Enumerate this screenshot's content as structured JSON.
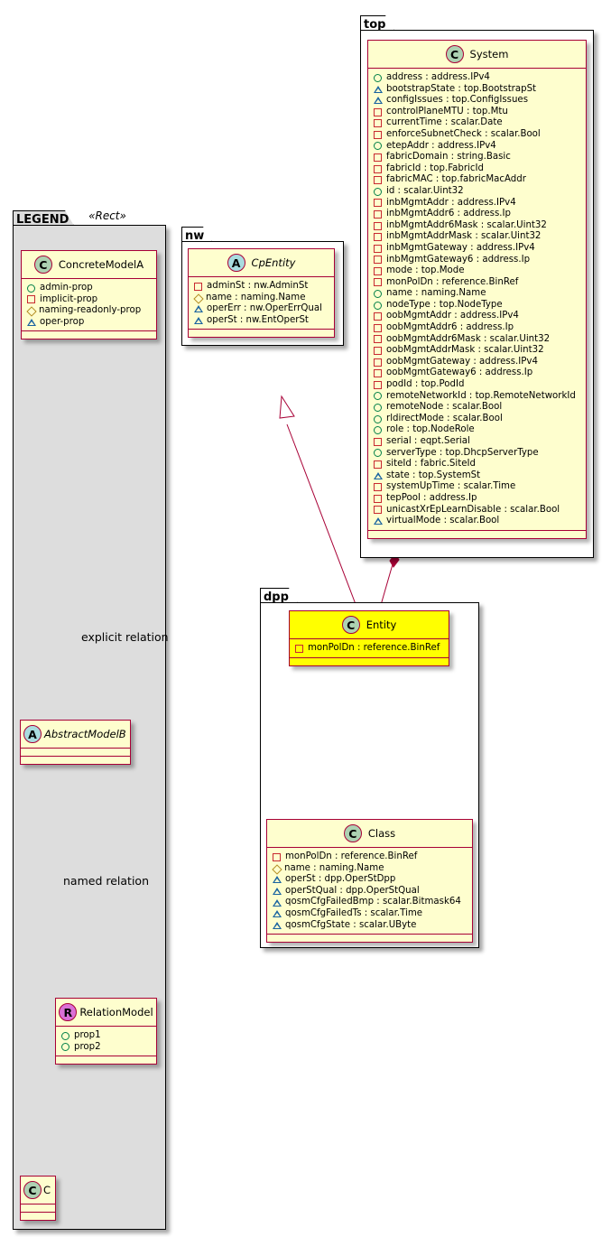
{
  "packages": {
    "top": {
      "name": "top"
    },
    "nw": {
      "name": "nw"
    },
    "dpp": {
      "name": "dpp"
    },
    "legend": {
      "name": "LEGEND",
      "stereotype": "«Rect»"
    }
  },
  "classes": {
    "system": {
      "badge": "C",
      "name": "System",
      "attributes": [
        {
          "vis": "pub",
          "text": "address : address.IPv4"
        },
        {
          "vis": "pkg",
          "text": "bootstrapState : top.BootstrapSt"
        },
        {
          "vis": "pkg",
          "text": "configIssues : top.ConfigIssues"
        },
        {
          "vis": "priv",
          "text": "controlPlaneMTU : top.Mtu"
        },
        {
          "vis": "priv",
          "text": "currentTime : scalar.Date"
        },
        {
          "vis": "priv",
          "text": "enforceSubnetCheck : scalar.Bool"
        },
        {
          "vis": "pub",
          "text": "etepAddr : address.IPv4"
        },
        {
          "vis": "priv",
          "text": "fabricDomain : string.Basic"
        },
        {
          "vis": "priv",
          "text": "fabricId : top.FabricId"
        },
        {
          "vis": "priv",
          "text": "fabricMAC : top.fabricMacAddr"
        },
        {
          "vis": "pub",
          "text": "id : scalar.Uint32"
        },
        {
          "vis": "priv",
          "text": "inbMgmtAddr : address.IPv4"
        },
        {
          "vis": "priv",
          "text": "inbMgmtAddr6 : address.Ip"
        },
        {
          "vis": "priv",
          "text": "inbMgmtAddr6Mask : scalar.Uint32"
        },
        {
          "vis": "priv",
          "text": "inbMgmtAddrMask : scalar.Uint32"
        },
        {
          "vis": "priv",
          "text": "inbMgmtGateway : address.IPv4"
        },
        {
          "vis": "priv",
          "text": "inbMgmtGateway6 : address.Ip"
        },
        {
          "vis": "priv",
          "text": "mode : top.Mode"
        },
        {
          "vis": "priv",
          "text": "monPolDn : reference.BinRef"
        },
        {
          "vis": "pub",
          "text": "name : naming.Name"
        },
        {
          "vis": "pub",
          "text": "nodeType : top.NodeType"
        },
        {
          "vis": "priv",
          "text": "oobMgmtAddr : address.IPv4"
        },
        {
          "vis": "priv",
          "text": "oobMgmtAddr6 : address.Ip"
        },
        {
          "vis": "priv",
          "text": "oobMgmtAddr6Mask : scalar.Uint32"
        },
        {
          "vis": "priv",
          "text": "oobMgmtAddrMask : scalar.Uint32"
        },
        {
          "vis": "priv",
          "text": "oobMgmtGateway : address.IPv4"
        },
        {
          "vis": "priv",
          "text": "oobMgmtGateway6 : address.Ip"
        },
        {
          "vis": "priv",
          "text": "podId : top.PodId"
        },
        {
          "vis": "pub",
          "text": "remoteNetworkId : top.RemoteNetworkId"
        },
        {
          "vis": "pub",
          "text": "remoteNode : scalar.Bool"
        },
        {
          "vis": "pub",
          "text": "rldirectMode : scalar.Bool"
        },
        {
          "vis": "pub",
          "text": "role : top.NodeRole"
        },
        {
          "vis": "priv",
          "text": "serial : eqpt.Serial"
        },
        {
          "vis": "pub",
          "text": "serverType : top.DhcpServerType"
        },
        {
          "vis": "priv",
          "text": "siteId : fabric.SiteId"
        },
        {
          "vis": "pkg",
          "text": "state : top.SystemSt"
        },
        {
          "vis": "priv",
          "text": "systemUpTime : scalar.Time"
        },
        {
          "vis": "priv",
          "text": "tepPool : address.Ip"
        },
        {
          "vis": "priv",
          "text": "unicastXrEpLearnDisable : scalar.Bool"
        },
        {
          "vis": "pkg",
          "text": "virtualMode : scalar.Bool"
        }
      ]
    },
    "cpEntity": {
      "badge": "A",
      "name": "CpEntity",
      "attributes": [
        {
          "vis": "priv",
          "text": "adminSt : nw.AdminSt"
        },
        {
          "vis": "prot",
          "text": "name : naming.Name"
        },
        {
          "vis": "pkg",
          "text": "operErr : nw.OperErrQual"
        },
        {
          "vis": "pkg",
          "text": "operSt : nw.EntOperSt"
        }
      ]
    },
    "entity": {
      "badge": "C",
      "name": "Entity",
      "attributes": [
        {
          "vis": "priv",
          "text": "monPolDn : reference.BinRef"
        }
      ]
    },
    "class": {
      "badge": "C",
      "name": "Class",
      "attributes": [
        {
          "vis": "priv",
          "text": "monPolDn : reference.BinRef"
        },
        {
          "vis": "prot",
          "text": "name : naming.Name"
        },
        {
          "vis": "pkg",
          "text": "operSt : dpp.OperStDpp"
        },
        {
          "vis": "pkg",
          "text": "operStQual : dpp.OperStQual"
        },
        {
          "vis": "pkg",
          "text": "qosmCfgFailedBmp : scalar.Bitmask64"
        },
        {
          "vis": "pkg",
          "text": "qosmCfgFailedTs : scalar.Time"
        },
        {
          "vis": "pkg",
          "text": "qosmCfgState : scalar.UByte"
        }
      ]
    },
    "concreteModelA": {
      "badge": "C",
      "name": "ConcreteModelA",
      "attributes": [
        {
          "vis": "pub",
          "text": "admin-prop"
        },
        {
          "vis": "priv",
          "text": "implicit-prop"
        },
        {
          "vis": "prot",
          "text": "naming-readonly-prop"
        },
        {
          "vis": "pkg",
          "text": "oper-prop"
        }
      ]
    },
    "abstractModelB": {
      "badge": "A",
      "name": "AbstractModelB",
      "attributes": []
    },
    "relationModel": {
      "badge": "R",
      "name": "RelationModel",
      "attributes": [
        {
          "vis": "pub",
          "text": "prop1"
        },
        {
          "vis": "pub",
          "text": "prop2"
        }
      ]
    },
    "c": {
      "badge": "C",
      "name": "C",
      "attributes": []
    }
  },
  "relations": {
    "explicit_label": "explicit relation",
    "named_label": "named relation"
  },
  "colors": {
    "line": "#a80036",
    "class_bg": "#fefece",
    "highlight_bg": "#ffff00",
    "legend_bg": "#dddddd"
  }
}
